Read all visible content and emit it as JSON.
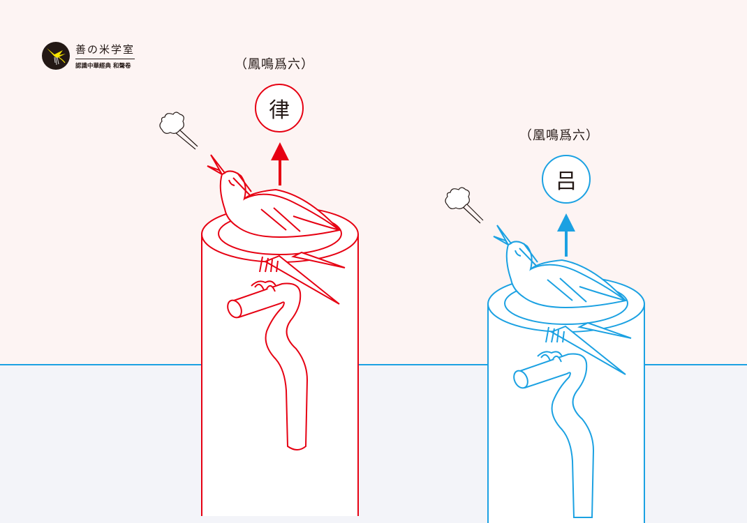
{
  "logo": {
    "icon": "phoenix-logo-icon",
    "title": "善の米学室",
    "subtitle": "認識中華經典 和聲卷"
  },
  "left_panel": {
    "caption": "（鳳鳴爲六）",
    "note": "律",
    "arrow": "arrow-up-icon",
    "color": "#e60012",
    "subject": "phoenix-male-bird-on-pipe"
  },
  "right_panel": {
    "caption": "（凰鳴爲六）",
    "note": "吕",
    "arrow": "arrow-up-icon",
    "color": "#1ba1e2",
    "subject": "phoenix-female-bird-on-pipe"
  },
  "colors": {
    "sky": "#fdf4f3",
    "ground": "#f3f4f9",
    "horizon": "#1ba1e2",
    "text": "#231815"
  }
}
